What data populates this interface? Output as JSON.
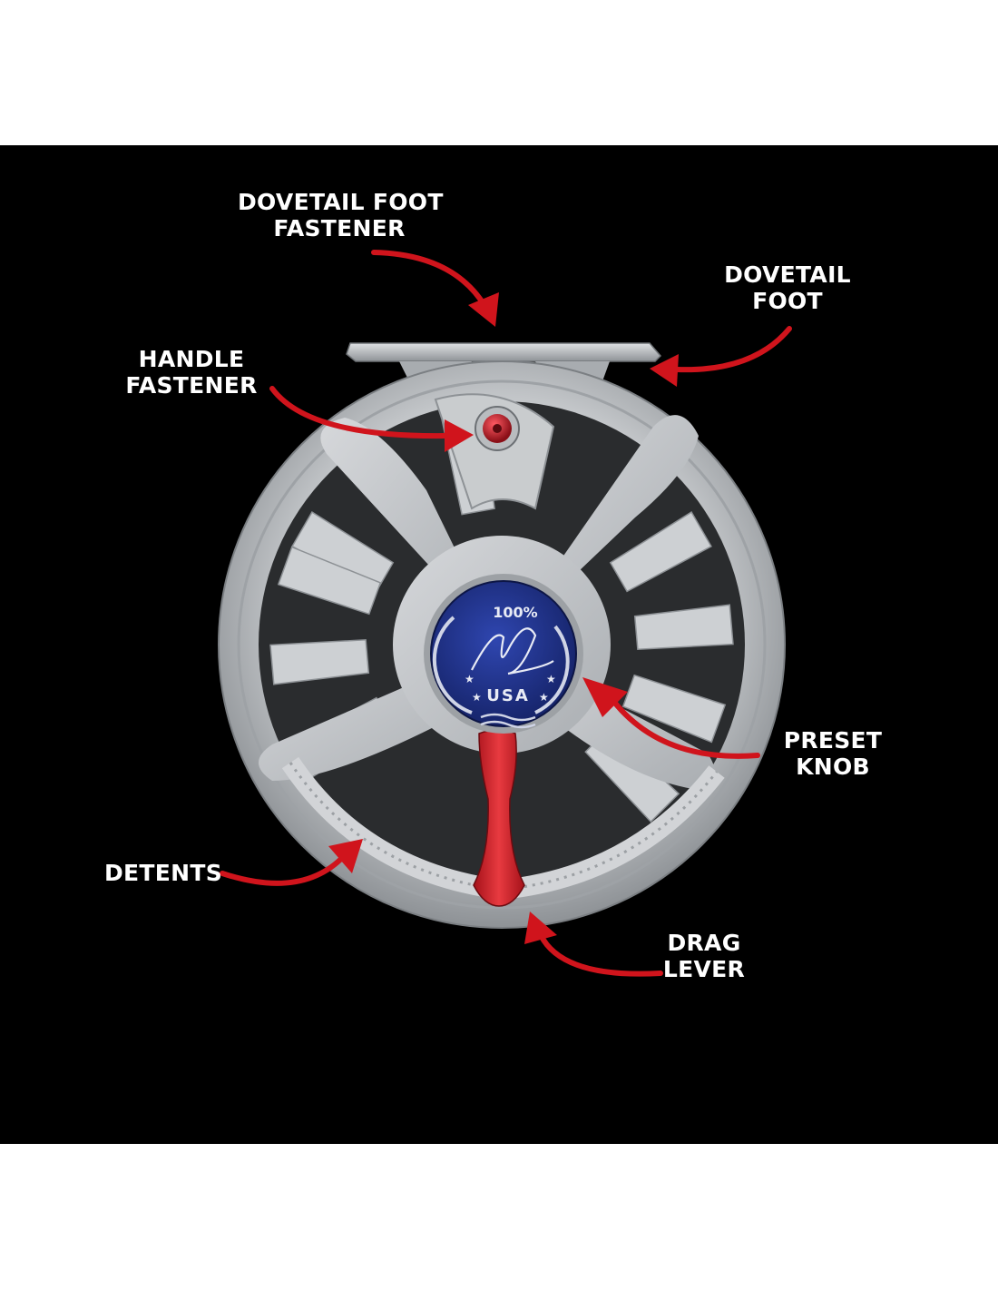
{
  "labels": {
    "dovetail_foot_fastener": [
      "DOVETAIL FOOT",
      "FASTENER"
    ],
    "dovetail_foot": [
      "DOVETAIL",
      "FOOT"
    ],
    "handle_fastener": [
      "HANDLE",
      "FASTENER"
    ],
    "preset_knob": [
      "PRESET",
      "KNOB"
    ],
    "detents": [
      "DETENTS"
    ],
    "drag_lever": [
      "DRAG",
      "LEVER"
    ]
  },
  "badge": {
    "percent": "100%",
    "country": "USA"
  },
  "colors": {
    "background": "#000000",
    "page": "#ffffff",
    "arrow": "#d0141c",
    "label_text": "#ffffff",
    "reel_body": "#b9bcbf",
    "badge": "#1c2f86",
    "lever": "#d11e26",
    "fastener": "#c0202c"
  }
}
